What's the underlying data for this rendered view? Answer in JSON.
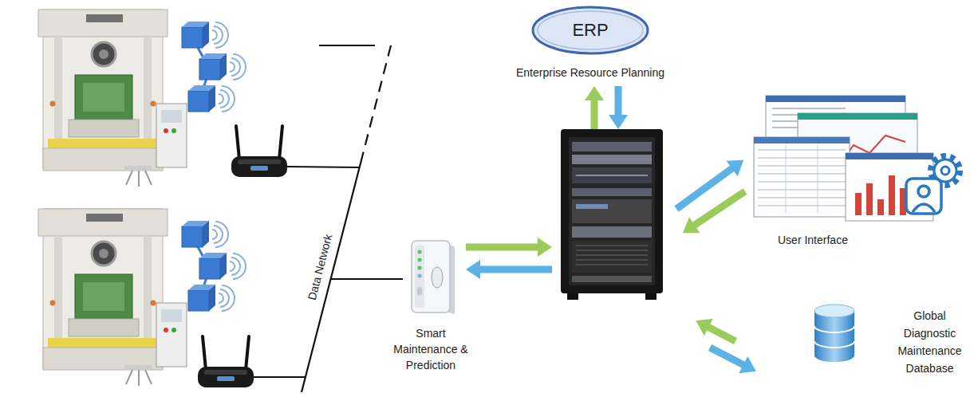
{
  "diagram": {
    "nodes": [
      {
        "text": [
          "ERP",
          "Enterprise Resource Planning"
        ]
      },
      {
        "text": [
          "Smart Maintenance & Prediction"
        ]
      },
      {
        "text": [
          "User Interface"
        ]
      },
      {
        "text": [
          "Global Diagnostic Maintenance Database"
        ]
      }
    ],
    "labels": [
      "Data Network"
    ]
  }
}
